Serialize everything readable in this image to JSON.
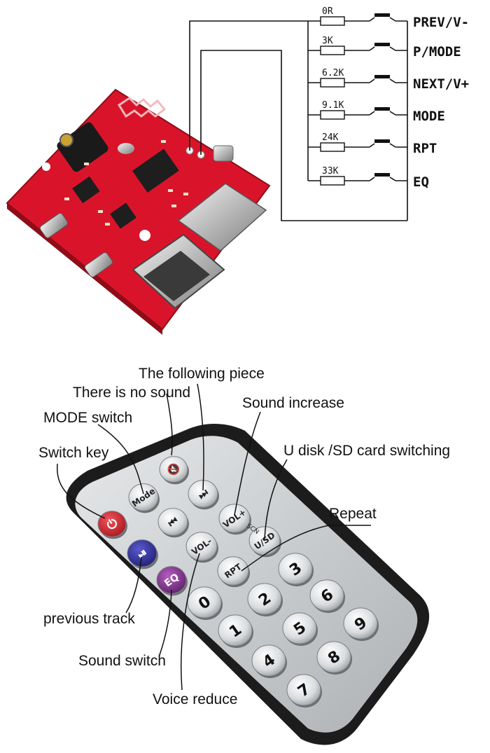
{
  "schematic": {
    "buttons": [
      {
        "resistor": "0R",
        "label": "PREV/V-"
      },
      {
        "resistor": "3K",
        "label": "P/MODE"
      },
      {
        "resistor": "6.2K",
        "label": "NEXT/V+"
      },
      {
        "resistor": "9.1K",
        "label": "MODE"
      },
      {
        "resistor": "24K",
        "label": "RPT"
      },
      {
        "resistor": "33K",
        "label": "EQ"
      }
    ]
  },
  "board": {
    "pcb_color": "#d9142a",
    "usb_port": "USB-A",
    "card_slot": "TF card"
  },
  "remote": {
    "keys": {
      "power": "⏻",
      "mute": "🔇",
      "mode": "Mode",
      "prev": "⏮",
      "next": "⏭",
      "play": "⏯",
      "vol_up": "VOL+",
      "vol_down": "VOL-",
      "usd": "U/SD",
      "scn": "SCN",
      "rpt": "RPT",
      "eq": "EQ",
      "digits": [
        "0",
        "1",
        "2",
        "3",
        "4",
        "5",
        "6",
        "7",
        "8",
        "9"
      ]
    },
    "annotations": {
      "following_piece": "The following piece",
      "no_sound": "There is no sound",
      "mode_switch": "MODE switch",
      "sound_increase": "Sound increase",
      "switch_key": "Switch key",
      "usd_switch": "U disk /SD card switching",
      "repeat": "Repeat",
      "previous_track": "previous track",
      "sound_switch": "Sound switch",
      "voice_reduce": "Voice reduce"
    },
    "colors": {
      "power": "#c8202b",
      "play": "#2b2a8c",
      "eq": "#7a2a86",
      "body": "#cfd2d4",
      "frame": "#1c1c1c"
    }
  }
}
